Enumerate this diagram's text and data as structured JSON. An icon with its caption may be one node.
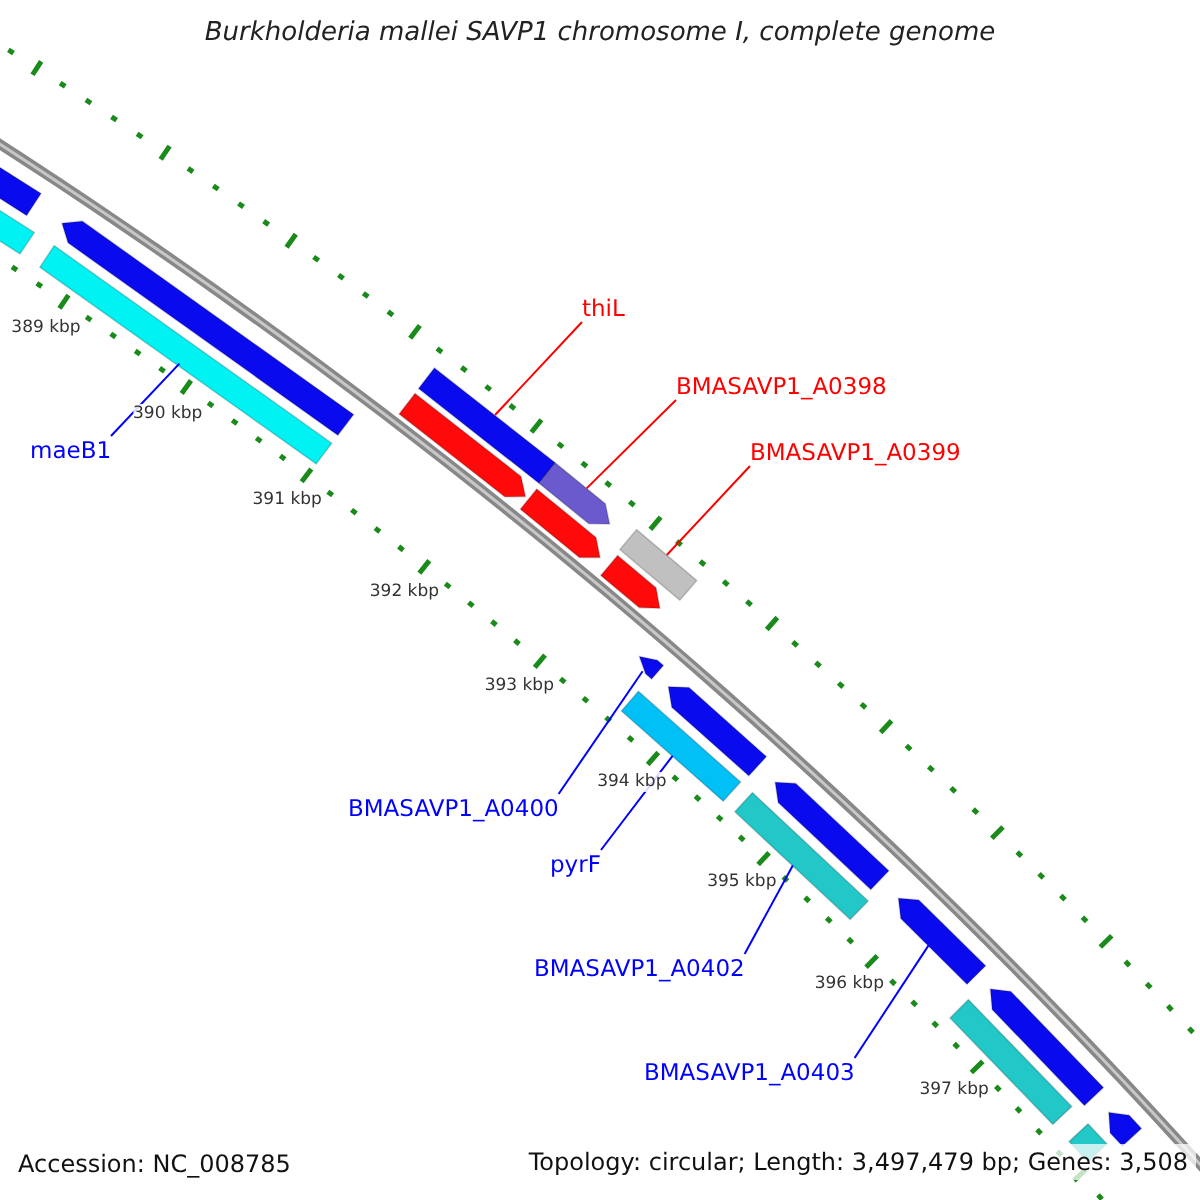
{
  "diagram": {
    "title": "Burkholderia mallei SAVP1 chromosome I, complete genome",
    "nodes": [
      {
        "text": [
          "maeB1"
        ]
      },
      {
        "text": [],
        "shape": "bar"
      },
      {
        "text": [
          "thiL"
        ]
      },
      {
        "text": [],
        "shape": "bar"
      },
      {
        "text": [
          "BMASAVP1_A0398"
        ]
      },
      {
        "text": [],
        "shape": "arrow"
      },
      {
        "text": [
          "BMASAVP1_A0399"
        ]
      },
      {
        "text": [],
        "shape": "bar"
      },
      {
        "text": [
          "BMASAVP1_A0400"
        ]
      },
      {
        "text": [],
        "shape": "arrow"
      },
      {
        "text": [
          "pyrF"
        ]
      },
      {
        "text": [],
        "shape": "bar"
      },
      {
        "text": [
          "BMASAVP1_A0402"
        ]
      },
      {
        "text": [],
        "shape": "bar"
      },
      {
        "text": [
          "BMASAVP1_A0403"
        ]
      },
      {
        "text": [],
        "shape": "arrow"
      },
      {
        "text": [],
        "shape": "arrow"
      },
      {
        "text": [],
        "shape": "bar"
      },
      {
        "text": [],
        "shape": "arrow"
      },
      {
        "text": [],
        "shape": "arrow"
      },
      {
        "text": [],
        "shape": "arrow"
      },
      {
        "text": [],
        "shape": "arrow"
      },
      {
        "text": [],
        "shape": "arrow"
      },
      {
        "text": [],
        "shape": "arrow"
      },
      {
        "text": [],
        "shape": "bar"
      },
      {
        "text": [],
        "shape": "arrow"
      },
      {
        "text": [],
        "shape": "bar"
      },
      {
        "text": [],
        "shape": "arrow"
      }
    ],
    "edges": [
      {
        "from": 0,
        "to": 1,
        "arrow": "none"
      },
      {
        "from": 2,
        "to": 3,
        "arrow": "none",
        "color": "#ff0000"
      },
      {
        "from": 4,
        "to": 5,
        "arrow": "none",
        "color": "#ff0000"
      },
      {
        "from": 6,
        "to": 7,
        "arrow": "none",
        "color": "#ff0000"
      },
      {
        "from": 8,
        "to": 9,
        "arrow": "none"
      },
      {
        "from": 10,
        "to": 11,
        "arrow": "none"
      },
      {
        "from": 12,
        "to": 13,
        "arrow": "none"
      },
      {
        "from": 14,
        "to": 15,
        "arrow": "none"
      }
    ],
    "labels": [
      "389 kbp",
      "390 kbp",
      "391 kbp",
      "392 kbp",
      "393 kbp",
      "394 kbp",
      "395 kbp",
      "396 kbp",
      "397 kbp",
      "Accession: NC_008785",
      "Topology: circular; Length: 3,497,479 bp; Genes: 3,508"
    ]
  }
}
